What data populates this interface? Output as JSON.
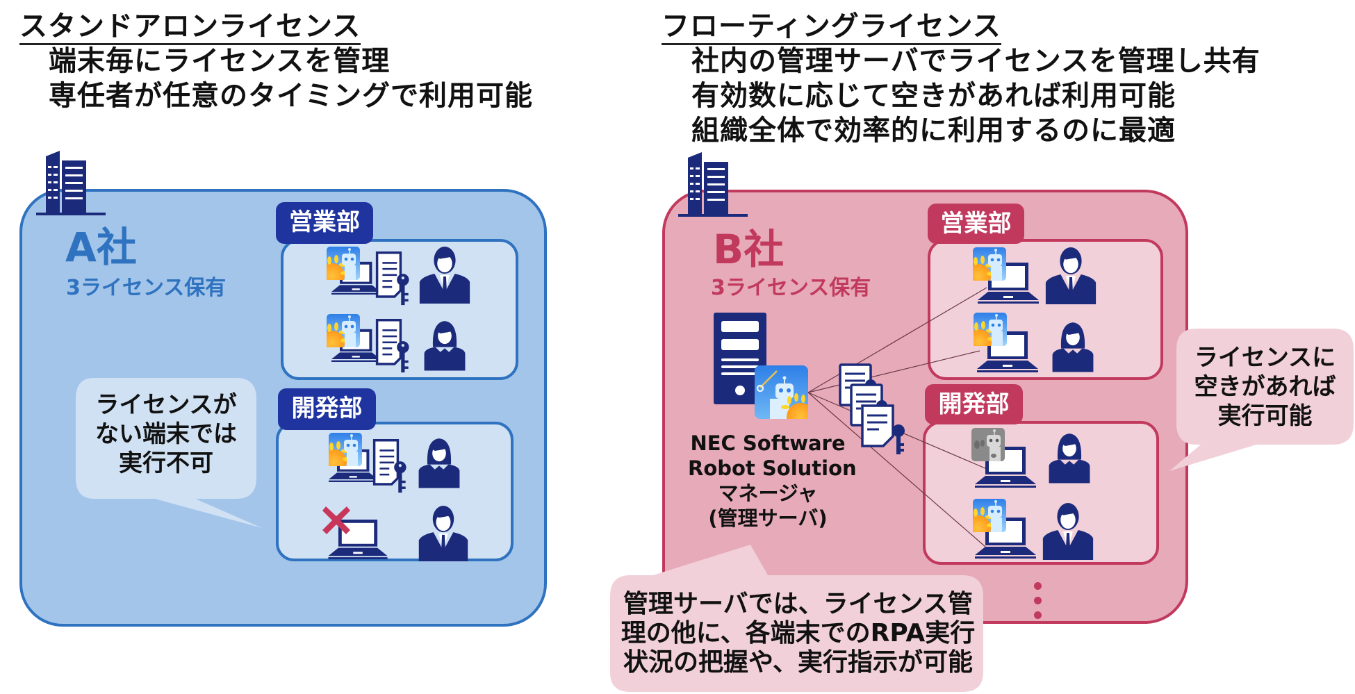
{
  "standalone": {
    "title": "スタンドアロンライセンス",
    "points": [
      "端末毎にライセンスを管理",
      "専任者が任意のタイミングで利用可能"
    ]
  },
  "floating": {
    "title": "フローティングライセンス",
    "points": [
      "社内の管理サーバでライセンスを管理し共有",
      "有効数に応じて空きがあれば利用可能",
      "組織全体で効率的に利用するのに最適"
    ]
  },
  "company_a": {
    "name": "A社",
    "licenses": "3ライセンス保有",
    "sales_label": "営業部",
    "dev_label": "開発部",
    "callout": [
      "ライセンスが",
      "ない端末では",
      "実行不可"
    ],
    "terminals": [
      {
        "dept": "営業部",
        "person": "man",
        "licensed": true
      },
      {
        "dept": "営業部",
        "person": "woman",
        "licensed": true
      },
      {
        "dept": "開発部",
        "person": "woman",
        "licensed": true
      },
      {
        "dept": "開発部",
        "person": "man",
        "licensed": false
      }
    ]
  },
  "company_b": {
    "name": "B社",
    "licenses": "3ライセンス保有",
    "sales_label": "営業部",
    "dev_label": "開発部",
    "manager": [
      "NEC Software",
      "Robot Solution",
      "マネージャ",
      "(管理サーバ)"
    ],
    "callout_right": [
      "ライセンスに",
      "空きがあれば",
      "実行可能"
    ],
    "callout_bottom": [
      "管理サーバでは、ライセンス管",
      "理の他に、各端末でのRPA実行",
      "状況の把握や、実行指示が可能"
    ],
    "terminals": [
      {
        "dept": "営業部",
        "person": "man",
        "active": true
      },
      {
        "dept": "営業部",
        "person": "woman",
        "active": true
      },
      {
        "dept": "開発部",
        "person": "woman",
        "active": false
      },
      {
        "dept": "開発部",
        "person": "man",
        "active": true
      }
    ],
    "more_indicator": "⋮"
  },
  "colors": {
    "a_fill": "#a3c5ea",
    "a_border": "#2f72bf",
    "a_label": "#1f349f",
    "b_fill": "#e6aab9",
    "b_border": "#c13a5e",
    "icon_navy": "#1b2a7a",
    "deny_red": "#c8375a"
  }
}
